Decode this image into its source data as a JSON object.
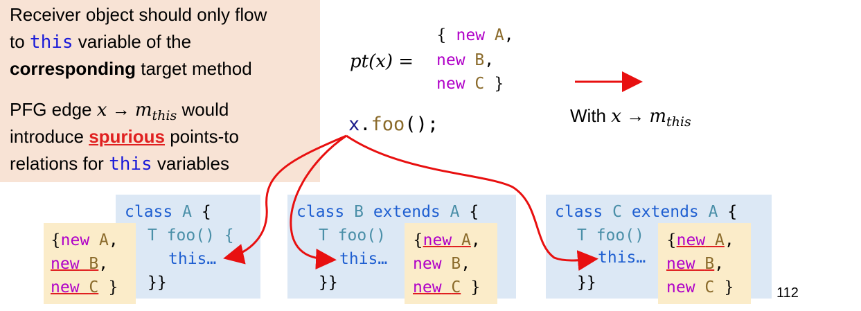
{
  "note": {
    "line1": "Receiver object should only flow",
    "line2_pre": "to ",
    "line2_kw": "this",
    "line2_post": " variable of the",
    "line3_bold": "corresponding",
    "line3_post": " target method",
    "line4_pre": "PFG edge ",
    "line4_x": "x",
    "line4_arrow": " → ",
    "line4_m": "m",
    "line4_sub": "this",
    "line4_post": " would",
    "line5_pre": "introduce ",
    "line5_spur": "spurious",
    "line5_post": " points-to",
    "line6_pre": "relations for ",
    "line6_kw": "this",
    "line6_post": " variables"
  },
  "pt": {
    "label": "pt(x) =",
    "open": "{",
    "close": "}",
    "comma": ",",
    "new_kw": "new",
    "A": "A",
    "B": "B",
    "C": "C"
  },
  "call": {
    "recv": "x",
    "dot": ".",
    "method": "foo",
    "parens": "();"
  },
  "with_label": {
    "text": "With ",
    "x": "x",
    "arrow": " → ",
    "m": "m",
    "sub": "this"
  },
  "classes": {
    "a": {
      "kw": "class",
      "name": "A",
      "brace": "{",
      "line2": "T foo() {",
      "line3": "this…",
      "line4": "}}"
    },
    "b": {
      "kw": "class",
      "name": "B",
      "ext": "extends",
      "sup": "A",
      "brace": "{",
      "line2": "T foo()",
      "line3": "this…",
      "line4": "}}"
    },
    "c": {
      "kw": "class",
      "name": "C",
      "ext": "extends",
      "sup": "A",
      "brace": "{",
      "line2": "T foo()",
      "line3": "this…",
      "line4": "}}"
    }
  },
  "slide_number": "112"
}
